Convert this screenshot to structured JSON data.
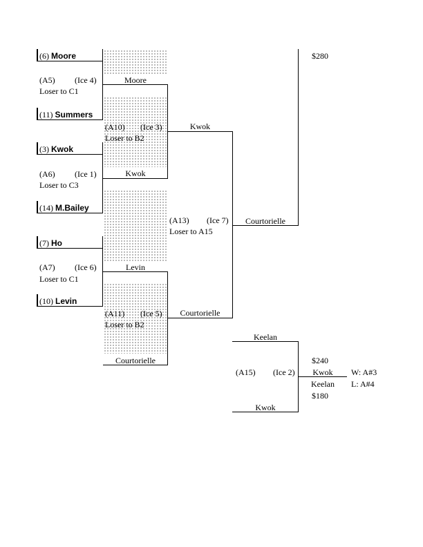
{
  "seeds": {
    "moore": {
      "seed": "(6)",
      "name": "Moore"
    },
    "summers": {
      "seed": "(11)",
      "name": "Summers"
    },
    "kwok": {
      "seed": "(3)",
      "name": "Kwok"
    },
    "bailey": {
      "seed": "(14)",
      "name": "M.Bailey"
    },
    "ho": {
      "seed": "(7)",
      "name": "Ho"
    },
    "levin": {
      "seed": "(10)",
      "name": "Levin"
    }
  },
  "games": {
    "a5": {
      "id": "(A5)",
      "ice": "(Ice  4)",
      "loser": "Loser to C1",
      "winner": "Moore"
    },
    "a6": {
      "id": "(A6)",
      "ice": "(Ice  1)",
      "loser": "Loser to C3",
      "winner": "Kwok"
    },
    "a7": {
      "id": "(A7)",
      "ice": "(Ice  6)",
      "loser": "Loser to C1",
      "winner": "Levin"
    },
    "a10": {
      "id": "(A10)",
      "ice": "(Ice 3)",
      "loser": "Loser to B2",
      "winner": "Kwok"
    },
    "a11": {
      "id": "(A11)",
      "ice": "(Ice 5)",
      "loser": "Loser to B2",
      "winner": "Courtorielle",
      "bye": "Courtorielle"
    },
    "a13": {
      "id": "(A13)",
      "ice": "(Ice 7)",
      "loser": "Loser to A15",
      "winner": "Courtorielle"
    },
    "a15": {
      "id": "(A15)",
      "ice": "(Ice 2)",
      "top": "Keelan",
      "bottom": "Kwok",
      "winner": "Kwok",
      "loser_name": "Keelan",
      "win_prize": "$240",
      "lose_prize": "$180",
      "win_dest": "W:  A#3",
      "lose_dest": "L:  A#4"
    }
  },
  "prize_top": "$280"
}
